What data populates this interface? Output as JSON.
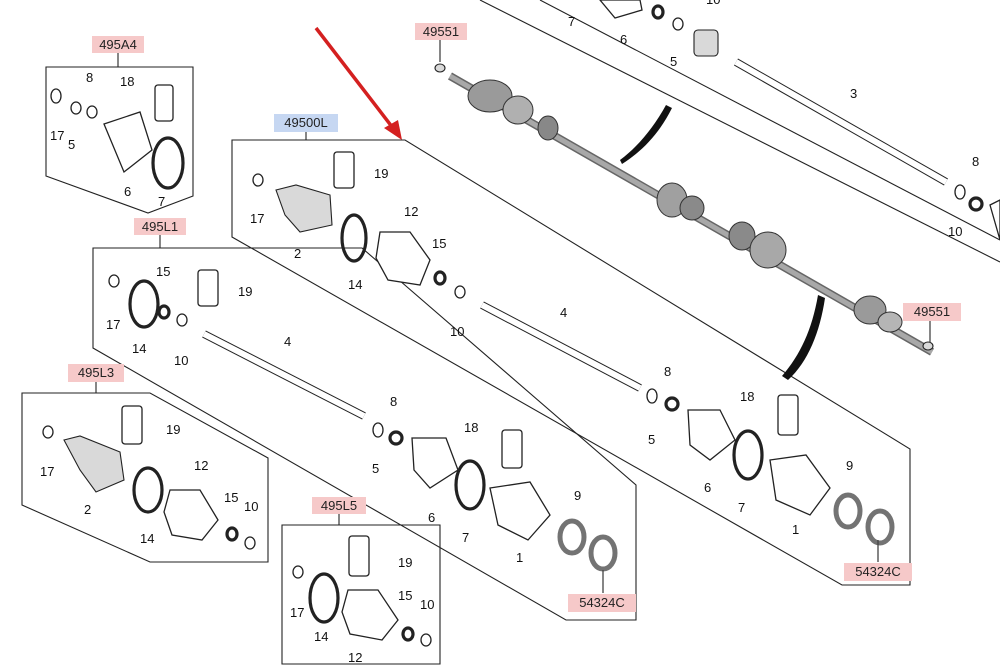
{
  "callouts": [
    {
      "code": "495A4",
      "style": "red"
    },
    {
      "code": "49551",
      "style": "red"
    },
    {
      "code": "49500L",
      "style": "blue"
    },
    {
      "code": "495L1",
      "style": "red"
    },
    {
      "code": "495L3",
      "style": "red"
    },
    {
      "code": "495L5",
      "style": "red"
    },
    {
      "code": "49551",
      "style": "red"
    },
    {
      "code": "54324C",
      "style": "red"
    },
    {
      "code": "54324C",
      "style": "red"
    }
  ],
  "part_numbers": {
    "n1": "1",
    "n2": "2",
    "n3": "3",
    "n4": "4",
    "n5": "5",
    "n6": "6",
    "n7": "7",
    "n8": "8",
    "n9": "9",
    "n10": "10",
    "n12": "12",
    "n14": "14",
    "n15": "15",
    "n17": "17",
    "n18": "18",
    "n19": "19"
  },
  "colors": {
    "highlight_red": "#f6c9c9",
    "highlight_blue": "#c6d7f2",
    "arrow": "#d42020"
  }
}
